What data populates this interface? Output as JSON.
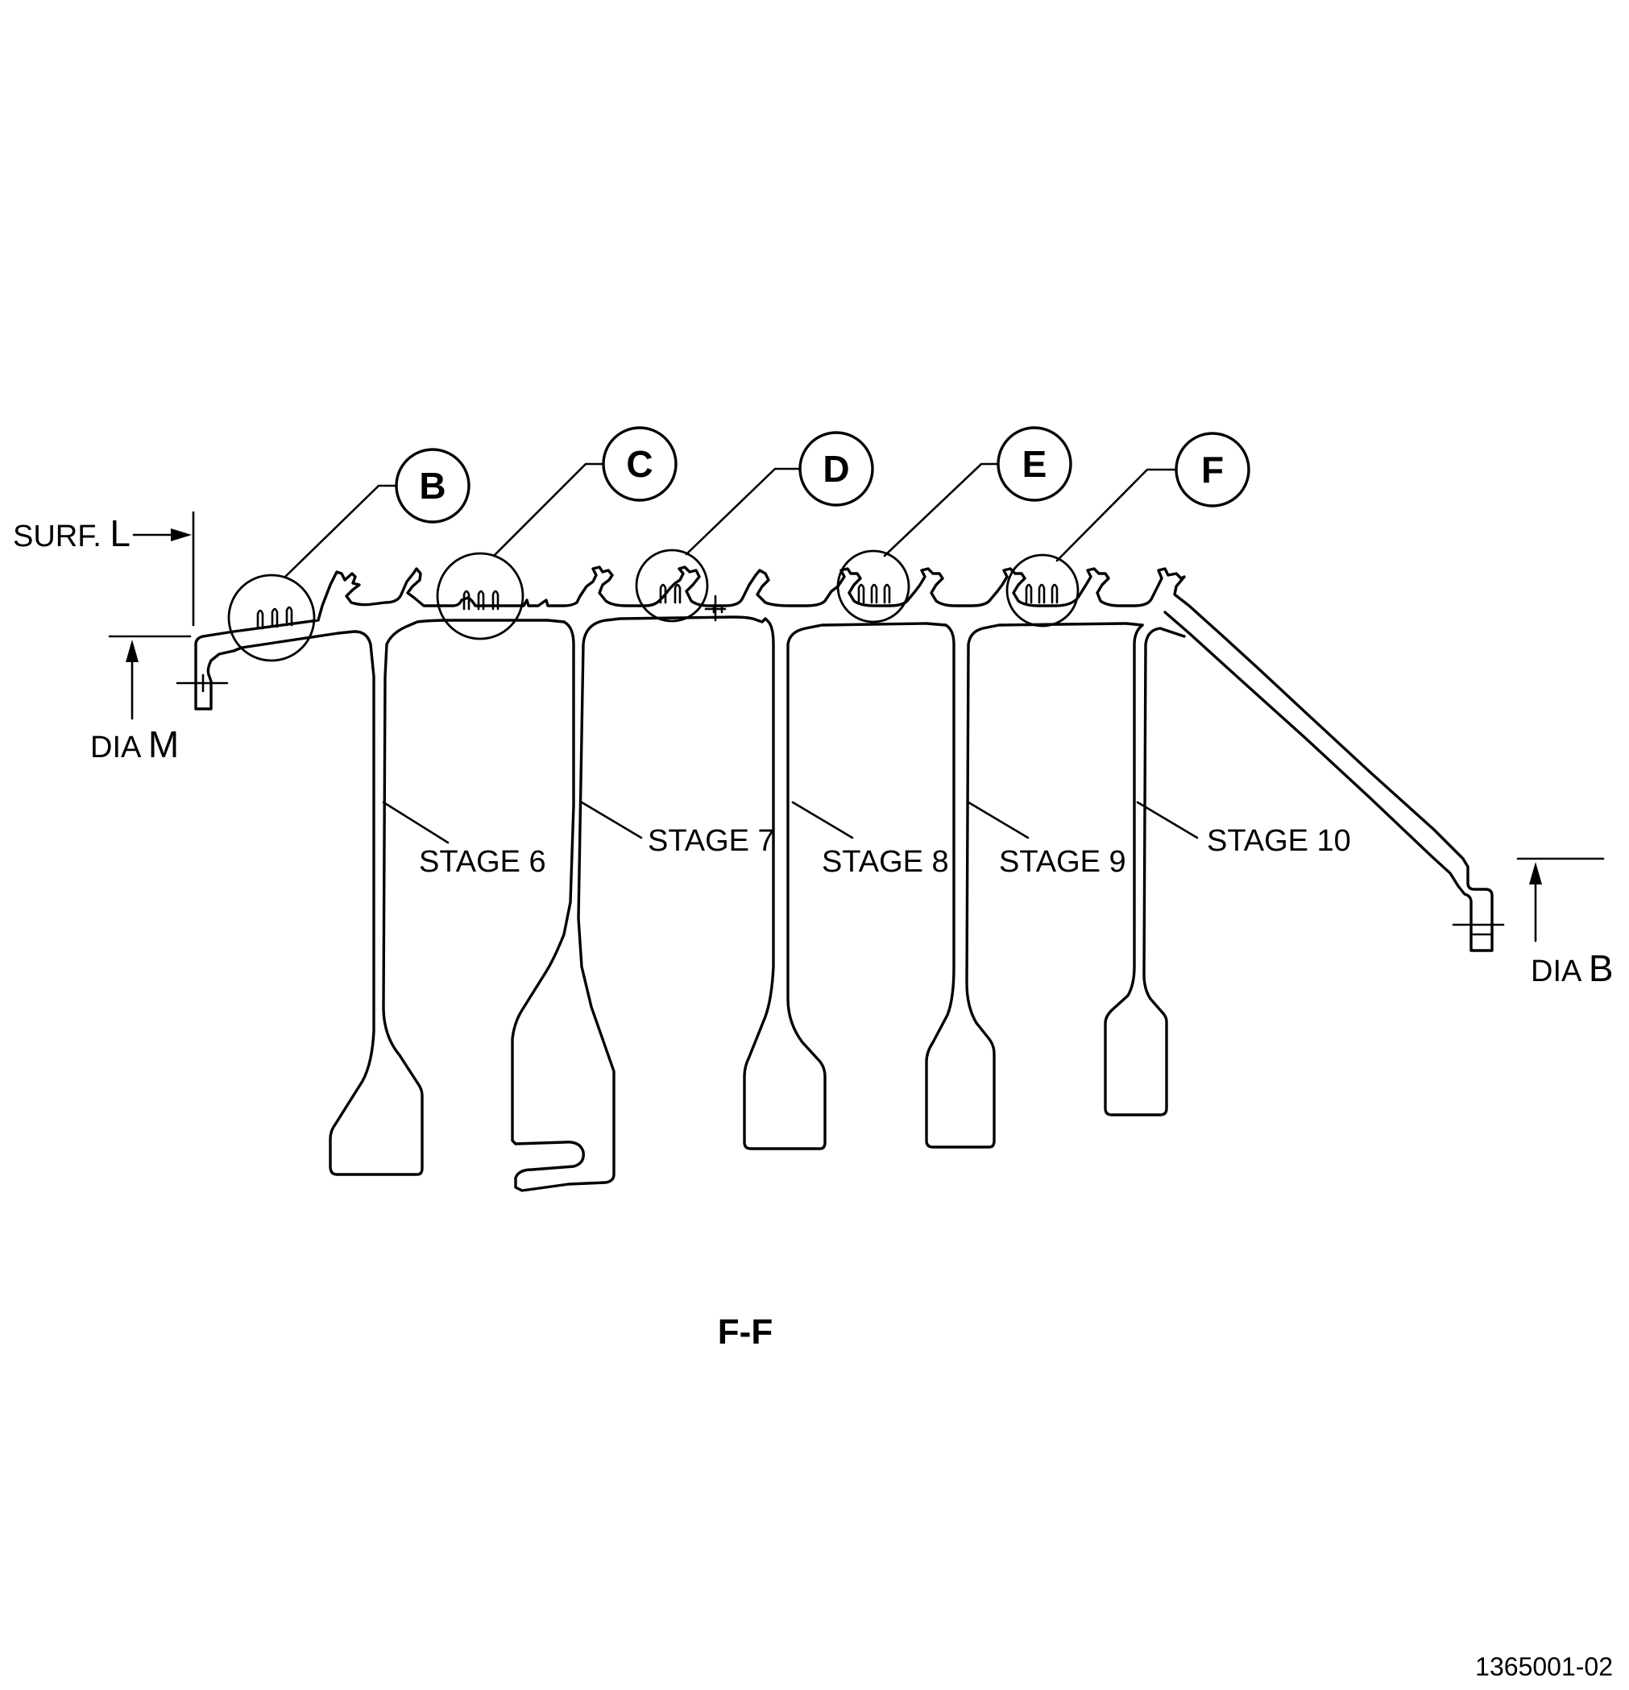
{
  "callouts": {
    "b": "B",
    "c": "C",
    "d": "D",
    "e": "E",
    "f": "F"
  },
  "stages": {
    "s6": "STAGE 6",
    "s7": "STAGE 7",
    "s8": "STAGE 8",
    "s9": "STAGE 9",
    "s10": "STAGE 10"
  },
  "dimensions": {
    "surf_prefix": "SURF.",
    "surf_letter": "L",
    "dia_m_prefix": "DIA",
    "dia_m_letter": "M",
    "dia_b_prefix": "DIA",
    "dia_b_letter": "B"
  },
  "section_label": "F-F",
  "figure_id": "1365001-02"
}
